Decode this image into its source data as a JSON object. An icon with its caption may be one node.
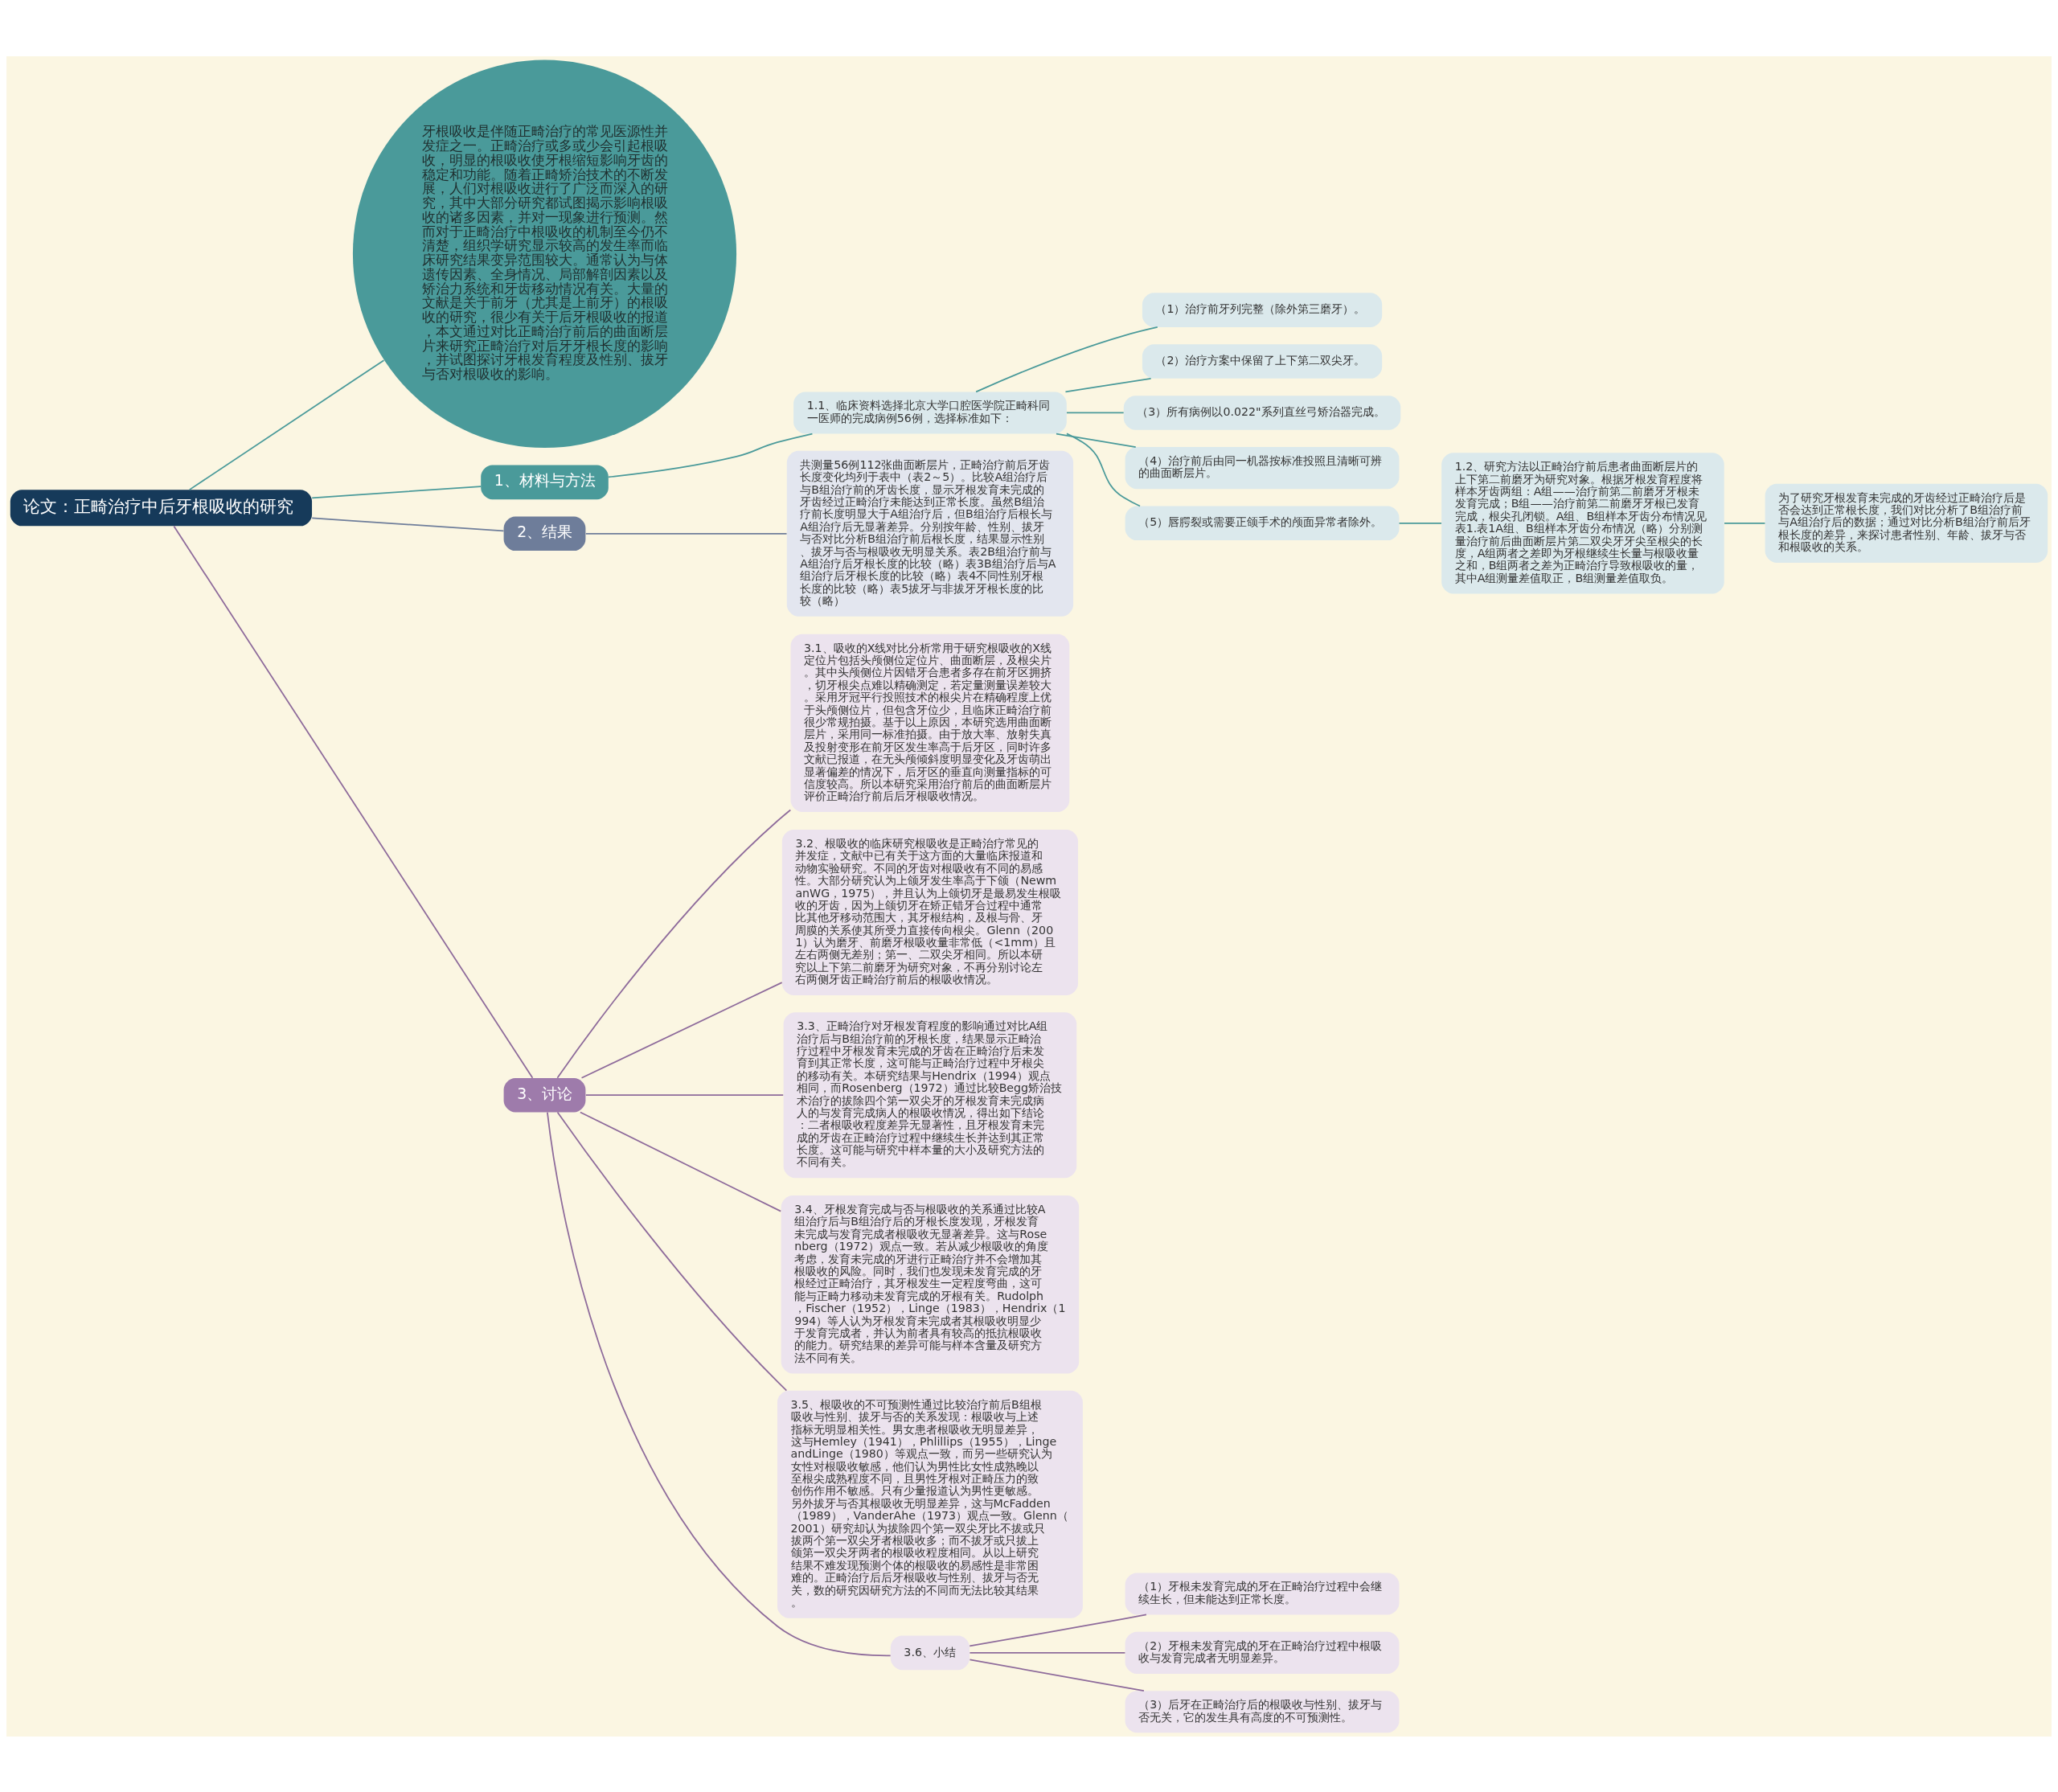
{
  "diagram": {
    "nodes": [
      {
        "text": [
          "论文：正畸治疗中后牙根吸收的研究"
        ]
      },
      {
        "text": [
          "牙根吸收是伴随正畸治疗的常见医源性并发症之一。正畸治疗或多或少会引起根吸收，明显的根吸收使牙根缩短影响牙齿的稳定和功能。随着正畸矫治技术的不断发展，人们对根吸收进行了广泛而深入的研究，其中大部分研究都试图揭示影响根吸收的诸多因素，并对一现象进行预测。然而对于正畸治疗中根吸收的机制至今仍不清楚，组织学研究显示较高的发生率而临床研究结果变异范围较大。通常认为与体遗传因素、全身情况、局部解剖因素以及矫治力系统和牙齿移动情况有关。大量的文献是关于前牙（尤其是上前牙）的根吸收的研究，很少有关于后牙根吸收的报道，本文通过对比正畸治疗前后的曲面断层片来研究正畸治疗对后牙牙根长度的影响，并试图探讨牙根发育程度及性别、拔牙与否对根吸收的影响。"
        ]
      },
      {
        "text": [
          "1、材料与方法"
        ]
      },
      {
        "text": [
          "1.1、临床资料选择北京大学口腔医学院正畸科同一医师的完成病例56例，选择标准如下："
        ]
      },
      {
        "text": [
          "（1）治疗前牙列完整（除外第三磨牙）。"
        ]
      },
      {
        "text": [
          "（2）治疗方案中保留了上下第二双尖牙。"
        ]
      },
      {
        "text": [
          "（3）所有病例以0.022\"系列直丝弓矫治器完成。"
        ]
      },
      {
        "text": [
          "（4）治疗前后由同一机器按标准投照且清晰可辨的曲面断层片。"
        ]
      },
      {
        "text": [
          "（5）唇腭裂或需要正颌手术的颅面异常者除外。"
        ]
      },
      {
        "text": [
          "1.2、研究方法以正畸治疗前后患者曲面断层片的上下第二前磨牙为研究对象。根据牙根发育程度将样本牙齿两组：A组——治疗前第二前磨牙牙根未发育完成；B组——治疗前第二前磨牙牙根已发育完成，根尖孔闭锁。A组、B组样本牙齿分布情况见表1.表1A组、B组样本牙齿分布情况（略）分别测量治疗前后曲面断层片第二双尖牙牙尖至根尖的长度，A组两者之差即为牙根继续生长量与根吸收量之和，B组两者之差为正畸治疗导致根吸收的量，其中A组测量差值取正，B组测量差值取负。"
        ]
      },
      {
        "text": [
          "为了研究牙根发育未完成的牙齿经过正畸治疗后是否会达到正常根长度，我们对比分析了B组治疗前与A组治疗后的数据；通过对比分析B组治疗前后牙根长度的差异，来探讨患者性别、年龄、拔牙与否和根吸收的关系。"
        ]
      },
      {
        "text": [
          "2、结果"
        ]
      },
      {
        "text": [
          "共测量56例112张曲面断层片，正畸治疗前后牙齿长度变化均列于表中（表2～5）。比较A组治疗后与B组治疗前的牙齿长度，显示牙根发育未完成的牙齿经过正畸治疗未能达到正常长度。虽然B组治疗前长度明显大于A组治疗后，但B组治疗后根长与A组治疗后无显著差异。分别按年龄、性别、拔牙与否对比分析B组治疗前后根长度，结果显示性别、拔牙与否与根吸收无明显关系。表2B组治疗前与A组治疗后牙根长度的比较（略）表3B组治疗后与A组治疗后牙根长度的比较（略）表4不同性别牙根长度的比较（略）表5拔牙与非拔牙牙根长度的比较（略）"
        ]
      },
      {
        "text": [
          "3、讨论"
        ]
      },
      {
        "text": [
          "3.1、吸收的X线对比分析常用于研究根吸收的X线定位片包括头颅侧位定位片、曲面断层，及根尖片。其中头颅侧位片因错牙合患者多存在前牙区拥挤，切牙根尖点难以精确测定，若定量测量误差较大。采用牙冠平行投照技术的根尖片在精确程度上优于头颅侧位片，但包含牙位少，且临床正畸治疗前很少常规拍摄。基于以上原因，本研究选用曲面断层片，采用同一标准拍摄。由于放大率、放射失真及投射变形在前牙区发生率高于后牙区，同时许多文献已报道，在无头颅倾斜度明显变化及牙齿萌出显著偏差的情况下，后牙区的垂直向测量指标的可信度较高。所以本研究采用治疗前后的曲面断层片评价正畸治疗前后后牙根吸收情况。"
        ]
      },
      {
        "text": [
          "3.2、根吸收的临床研究根吸收是正畸治疗常见的并发症，文献中已有关于这方面的大量临床报道和动物实验研究。不同的牙齿对根吸收有不同的易感性。大部分研究认为上颌牙发生率高于下颌（NewmanWG，1975），并且认为上颌切牙是最易发生根吸收的牙齿，因为上颌切牙在矫正错牙合过程中通常比其他牙移动范围大，其牙根结构，及根与骨、牙周膜的关系使其所受力直接传向根尖。Glenn（2001）认为磨牙、前磨牙根吸收量非常低（<1mm）且左右两侧无差别；第一、二双尖牙相同。所以本研究以上下第二前磨牙为研究对象，不再分别讨论左右两侧牙齿正畸治疗前后的根吸收情况。"
        ]
      },
      {
        "text": [
          "3.3、正畸治疗对牙根发育程度的影响通过对比A组治疗后与B组治疗前的牙根长度，结果显示正畸治疗过程中牙根发育未完成的牙齿在正畸治疗后未发育到其正常长度，这可能与正畸治疗过程中牙根尖的移动有关。本研究结果与Hendrix（1994）观点相同，而Rosenberg（1972）通过比较Begg矫治技术治疗的拔除四个第一双尖牙的牙根发育未完成病人的与发育完成病人的根吸收情况，得出如下结论：二者根吸收程度差异无显著性，且牙根发育未完成的牙齿在正畸治疗过程中继续生长并达到其正常长度。这可能与研究中样本量的大小及研究方法的不同有关。"
        ]
      },
      {
        "text": [
          "3.4、牙根发育完成与否与根吸收的关系通过比较A组治疗后与B组治疗后的牙根长度发现，牙根发育未完成与发育完成者根吸收无显著差异。这与Rosenberg（1972）观点一致。若从减少根吸收的角度考虑，发育未完成的牙进行正畸治疗并不会增加其根吸收的风险。同时，我们也发现未发育完成的牙根经过正畸治疗，其牙根发生一定程度弯曲，这可能与正畸力移动未发育完成的牙根有关。Rudolph，Fischer（1952），Linge（1983），Hendrix（1994）等人认为牙根发育未完成者其根吸收明显少于发育完成者，并认为前者具有较高的抵抗根吸收的能力。研究结果的差异可能与样本含量及研究方法不同有关。"
        ]
      },
      {
        "text": [
          "3.5、根吸收的不可预测性通过比较治疗前后B组根吸收与性别、拔牙与否的关系发现：根吸收与上述指标无明显相关性。男女患者根吸收无明显差异，这与Hemley（1941），Phlillips（1955），LingeandLinge（1980）等观点一致，而另一些研究认为女性对根吸收敏感，他们认为男性比女性成熟晚以至根尖成熟程度不同，且男性牙根对正畸压力的致创伤作用不敏感。只有少量报道认为男性更敏感。另外拔牙与否其根吸收无明显差异，这与McFadden（1989），VanderAhe（1973）观点一致。Glenn（2001）研究却认为拔除四个第一双尖牙比不拔或只拔两个第一双尖牙者根吸收多；而不拔牙或只拔上颌第一双尖牙两者的根吸收程度相同。从以上研究结果不难发现预测个体的根吸收的易感性是非常困难的。正畸治疗后后牙根吸收与性别、拔牙与否无关，数的研究因研究方法的不同而无法比较其结果。"
        ]
      },
      {
        "text": [
          "3.6、小结"
        ]
      },
      {
        "text": [
          "（1）牙根未发育完成的牙在正畸治疗过程中会继续生长，但未能达到正常长度。"
        ]
      },
      {
        "text": [
          "（2）牙根未发育完成的牙在正畸治疗过程中根吸收与发育完成者无明显差异。"
        ]
      },
      {
        "text": [
          "（3）后牙在正畸治疗后的根吸收与性别、拔牙与否无关，它的发生具有高度的不可预测性。"
        ]
      }
    ],
    "edges": [
      {
        "from": 0,
        "to": 1,
        "arrow": "none"
      },
      {
        "from": 0,
        "to": 2,
        "arrow": "none"
      },
      {
        "from": 2,
        "to": 3,
        "arrow": "none"
      },
      {
        "from": 3,
        "to": 4,
        "arrow": "none"
      },
      {
        "from": 3,
        "to": 5,
        "arrow": "none"
      },
      {
        "from": 3,
        "to": 6,
        "arrow": "none"
      },
      {
        "from": 3,
        "to": 7,
        "arrow": "none"
      },
      {
        "from": 3,
        "to": 8,
        "arrow": "none"
      },
      {
        "from": 8,
        "to": 9,
        "arrow": "none"
      },
      {
        "from": 9,
        "to": 10,
        "arrow": "none"
      },
      {
        "from": 0,
        "to": 11,
        "arrow": "none",
        "color": "#6e7d9a"
      },
      {
        "from": 11,
        "to": 12,
        "arrow": "none",
        "color": "#6e7d9a"
      },
      {
        "from": 0,
        "to": 13,
        "arrow": "none",
        "color": "#8e6b9b"
      },
      {
        "from": 13,
        "to": 14,
        "arrow": "none",
        "color": "#8e6b9b"
      },
      {
        "from": 13,
        "to": 15,
        "arrow": "none",
        "color": "#8e6b9b"
      },
      {
        "from": 13,
        "to": 16,
        "arrow": "none",
        "color": "#8e6b9b"
      },
      {
        "from": 13,
        "to": 17,
        "arrow": "none",
        "color": "#8e6b9b"
      },
      {
        "from": 13,
        "to": 18,
        "arrow": "none",
        "color": "#8e6b9b"
      },
      {
        "from": 13,
        "to": 19,
        "arrow": "none",
        "color": "#8e6b9b"
      },
      {
        "from": 19,
        "to": 20,
        "arrow": "none",
        "color": "#8e6b9b"
      },
      {
        "from": 19,
        "to": 21,
        "arrow": "none",
        "color": "#8e6b9b"
      },
      {
        "from": 19,
        "to": 22,
        "arrow": "none",
        "color": "#8e6b9b"
      }
    ]
  }
}
